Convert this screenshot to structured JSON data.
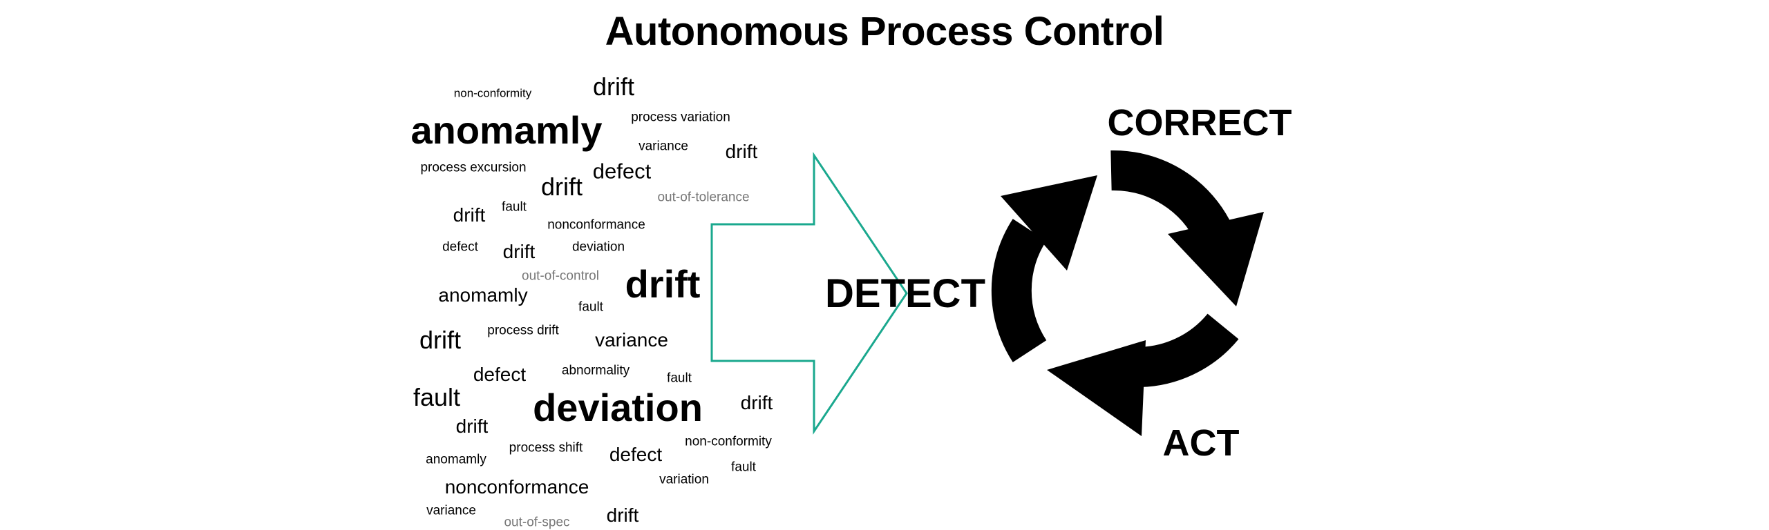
{
  "title": "Autonomous Process Control",
  "words": [
    {
      "text": "non-conformity",
      "size": "s",
      "faded": false
    },
    {
      "text": "drift",
      "size": "m",
      "faded": false
    },
    {
      "text": "anomamly",
      "size": "xl",
      "faded": false
    },
    {
      "text": "process variation",
      "size": "s",
      "faded": false
    },
    {
      "text": "variance",
      "size": "s",
      "faded": false
    },
    {
      "text": "drift",
      "size": "m",
      "faded": false
    },
    {
      "text": "process excursion",
      "size": "s",
      "faded": false
    },
    {
      "text": "defect",
      "size": "m",
      "faded": false
    },
    {
      "text": "drift",
      "size": "m",
      "faded": false
    },
    {
      "text": "out-of-tolerance",
      "size": "s",
      "faded": true
    },
    {
      "text": "fault",
      "size": "s",
      "faded": false
    },
    {
      "text": "drift",
      "size": "m",
      "faded": false
    },
    {
      "text": "nonconformance",
      "size": "s",
      "faded": false
    },
    {
      "text": "defect",
      "size": "s",
      "faded": false
    },
    {
      "text": "drift",
      "size": "m",
      "faded": false
    },
    {
      "text": "deviation",
      "size": "s",
      "faded": false
    },
    {
      "text": "out-of-control",
      "size": "s",
      "faded": true
    },
    {
      "text": "drift",
      "size": "xl",
      "faded": false
    },
    {
      "text": "anomamly",
      "size": "m",
      "faded": false
    },
    {
      "text": "fault",
      "size": "s",
      "faded": false
    },
    {
      "text": "process drift",
      "size": "s",
      "faded": false
    },
    {
      "text": "drift",
      "size": "l",
      "faded": false
    },
    {
      "text": "variance",
      "size": "m",
      "faded": false
    },
    {
      "text": "abnormality",
      "size": "s",
      "faded": false
    },
    {
      "text": "defect",
      "size": "m",
      "faded": false
    },
    {
      "text": "fault",
      "size": "s",
      "faded": false
    },
    {
      "text": "fault",
      "size": "l",
      "faded": false
    },
    {
      "text": "deviation",
      "size": "xl",
      "faded": false
    },
    {
      "text": "drift",
      "size": "m",
      "faded": false
    },
    {
      "text": "drift",
      "size": "m",
      "faded": false
    },
    {
      "text": "non-conformity",
      "size": "s",
      "faded": false
    },
    {
      "text": "process shift",
      "size": "s",
      "faded": false
    },
    {
      "text": "defect",
      "size": "m",
      "faded": false
    },
    {
      "text": "anomamly",
      "size": "s",
      "faded": false
    },
    {
      "text": "fault",
      "size": "s",
      "faded": false
    },
    {
      "text": "variation",
      "size": "s",
      "faded": false
    },
    {
      "text": "nonconformance",
      "size": "m",
      "faded": false
    },
    {
      "text": "variance",
      "size": "s",
      "faded": false
    },
    {
      "text": "drift",
      "size": "m",
      "faded": false
    },
    {
      "text": "out-of-spec",
      "size": "s",
      "faded": true
    }
  ],
  "detect": {
    "label": "DETECT"
  },
  "cycle": {
    "correct": "CORRECT",
    "act": "ACT"
  },
  "colors": {
    "arrow_outline": "#1aa88e",
    "text": "#000000",
    "faded_text": "#777777"
  }
}
